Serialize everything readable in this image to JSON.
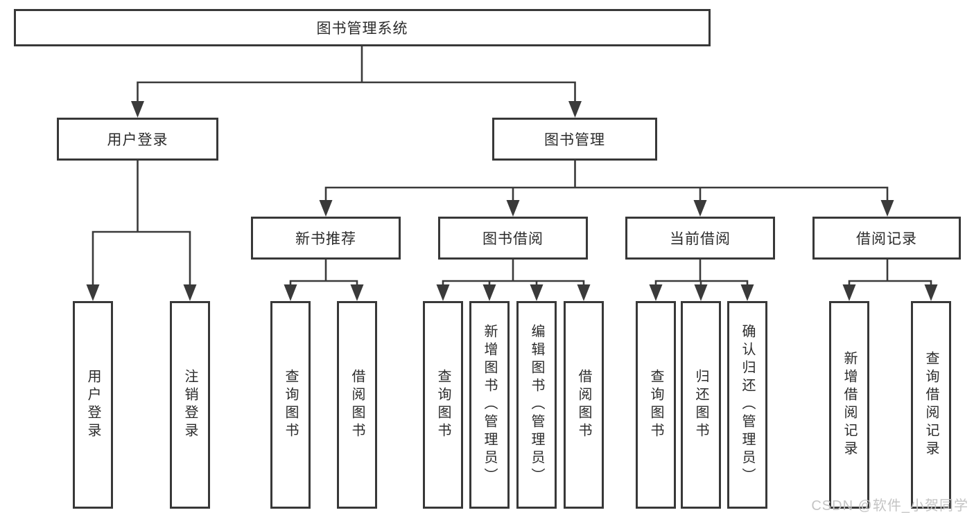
{
  "tree": {
    "label": "图书管理系统",
    "children": [
      {
        "label": "用户登录",
        "children": [
          {
            "label": "用户登录"
          },
          {
            "label": "注销登录"
          }
        ]
      },
      {
        "label": "图书管理",
        "children": [
          {
            "label": "新书推荐",
            "children": [
              {
                "label": "查询图书"
              },
              {
                "label": "借阅图书"
              }
            ]
          },
          {
            "label": "图书借阅",
            "children": [
              {
                "label": "查询图书"
              },
              {
                "label": "新增图书（管理员）"
              },
              {
                "label": "编辑图书（管理员）"
              },
              {
                "label": "借阅图书"
              }
            ]
          },
          {
            "label": "当前借阅",
            "children": [
              {
                "label": "查询图书"
              },
              {
                "label": "归还图书"
              },
              {
                "label": "确认归还（管理员）"
              }
            ]
          },
          {
            "label": "借阅记录",
            "children": [
              {
                "label": "新增借阅记录"
              },
              {
                "label": "查询借阅记录"
              }
            ]
          }
        ]
      }
    ]
  },
  "watermark": {
    "text": "CSDN @软件_小贺同学"
  },
  "colors": {
    "line": "#3a3a3a",
    "border": "#383838",
    "text": "#2b2b2b",
    "watermark": "#c4c4c4",
    "background": "#ffffff"
  }
}
